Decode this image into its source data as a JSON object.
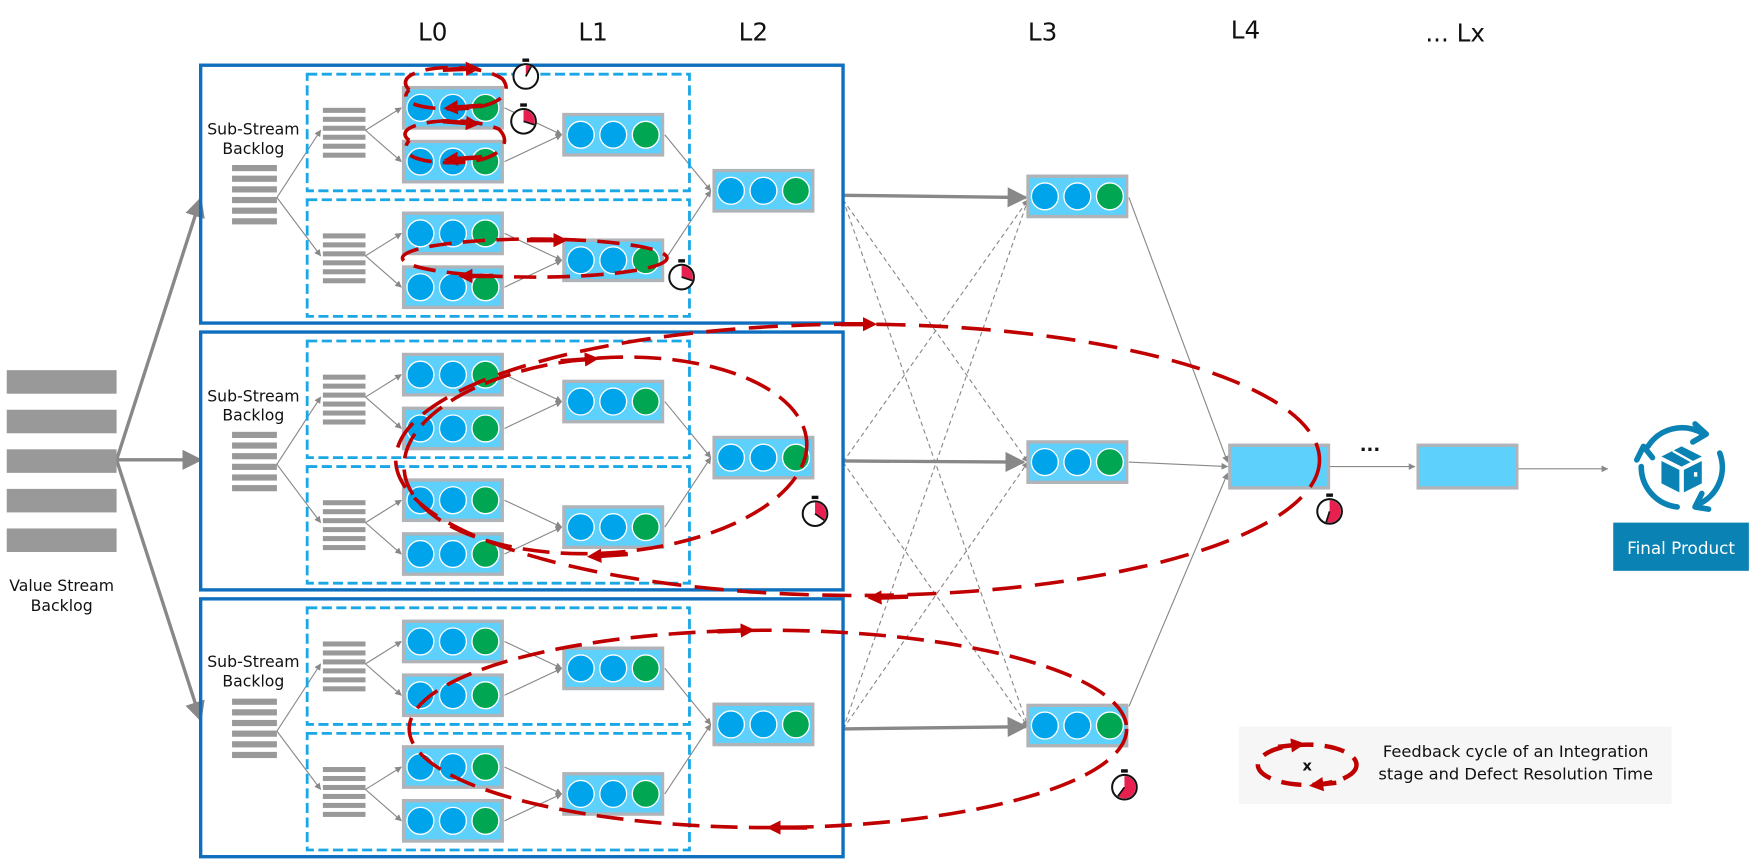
{
  "levels": [
    "L0",
    "L1",
    "L2",
    "L3",
    "L4",
    "... Lx"
  ],
  "value_stream_backlog": {
    "label_line1": "Value Stream",
    "label_line2": "Backlog"
  },
  "sub_streams": [
    {
      "label_line1": "Sub-Stream",
      "label_line2": "Backlog"
    },
    {
      "label_line1": "Sub-Stream",
      "label_line2": "Backlog"
    },
    {
      "label_line1": "Sub-Stream",
      "label_line2": "Backlog"
    }
  ],
  "queue_slots": {
    "count": 3,
    "done_index": 2
  },
  "ellipsis": "...",
  "final_product": {
    "label": "Final Product"
  },
  "legend": {
    "symbol": "x",
    "line1": "Feedback cycle of an Integration",
    "line2": "stage and Defect Resolution Time"
  },
  "colors": {
    "frame_blue": "#0f6fbf",
    "team_dashed": "#1aa7e6",
    "queue_fill": "#5dd0fb",
    "queue_border": "#b0b3b8",
    "slot_blue": "#00a4ea",
    "slot_green": "#00a651",
    "backlog_gray": "#999999",
    "feedback_red": "#c00000",
    "timer_red": "#e8204f",
    "brand_teal": "#0a82b4",
    "legend_bg": "#f6f6f6"
  }
}
